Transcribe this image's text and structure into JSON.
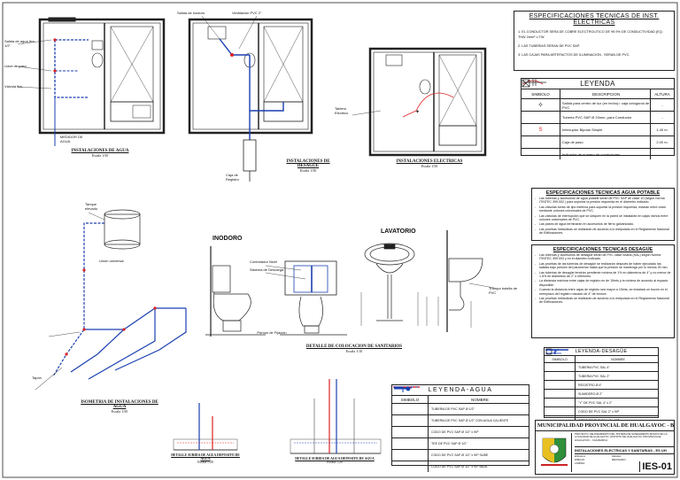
{
  "labels": {
    "inst_agua": "INSTALACIONES DE AGUA",
    "inst_agua_scale": "Escala 1/50",
    "inst_desague": "INSTALACIONES DE DESAGÜE",
    "inst_desague_scale": "Escala 1/50",
    "inst_electricas": "INSTALACIONES ELECTRICAS",
    "inst_electricas_scale": "Escala 1/50",
    "isometria": "ISOMETRIA DE INSTALACIONES DE AGUA",
    "isometria_scale": "Escala 1/50",
    "detalle_sanitarios": "DETALLE DE COLOCACION DE SANITARIOS",
    "detalle_sanitarios_scale": "Escala 1/10",
    "inodoro": "INODORO",
    "lavatorio": "LAVATORIO",
    "controlador_nivel": "Controlador Nivel",
    "sistema_descarga": "Sistema de Descarga",
    "pernos_fijacion": "Pernos de Fijación",
    "trampa_botella": "Trampa botella de PVC",
    "detalle_1": "DETALLE SUBIDA DE AGUA DEPOSITO DE AGUA",
    "detalle_1_scale": "Escala 1/20",
    "detalle_2": "DETALLE SUBIDA DE AGUA DEPOSITO DE AGUA",
    "detalle_2_scale": "Escala 1/20",
    "medidor": "MEDIDOR DE AGUA",
    "tanque": "Tanque elevado",
    "caja_registro": "Caja de Registro",
    "salida_inodoro": "Salida de inodoro",
    "valvula_flot": "Válvula flot.",
    "tapon": "Tapón",
    "union": "Unión universal",
    "ventilacion": "Ventilación PVC 2\"",
    "llave_paso": "Llave de paso",
    "sum_fria": "Salida de agua fría 1/2\"",
    "tablero": "Tablero Electrico"
  },
  "spec_electricas": {
    "title": "ESPECIFICACIONES TECNICAS DE INST. ELECTRICAS",
    "items": [
      "1. EL CONDUCTOR SERA DE COBRE ELECTROLITICO DE 99.9% DE CONDUCTIVIDAD (EQ. THW 2mm² o TW.",
      "2. LAS TUBERIAS SERAN DE PVC SAP.",
      "3. LAS CAJAS PARA ARTEFACTOS DE ILUMINACION , SERAN DE PVC."
    ]
  },
  "leyenda_elec": {
    "title": "LEYENDA",
    "headers": [
      "SIMBOLO",
      "DESCRIPCION",
      "ALTURA"
    ],
    "rows": [
      {
        "desc": "Salida para centro de luz (en techo)= caja octogonal de PVC",
        "alt": "-"
      },
      {
        "desc": "Tubería PVC SAP Ø 20mm, para Conductor",
        "alt": "-"
      },
      {
        "desc": "Interruptor Bipolar Simple",
        "alt": "1.40 m."
      },
      {
        "desc": "Caja de paso",
        "alt": "2.00 m."
      },
      {
        "desc": "Indicador de número de conductores",
        "alt": ""
      }
    ]
  },
  "spec_agua": {
    "title": "ESPECIFICACIONES TECNICAS AGUA POTABLE",
    "items": [
      "Las tuberías y accesorios de agua potable serán de PVC SAP de clase 10 (según norma ITINTEC 399.002 ) para soportar la presión requerida en el diámetro indicado.",
      "Las válvulas serán de tipo esférica para soportar la presión requerida, estarán entre unión mediante uniones universales de PVC.",
      "Las válvulas de interrupción que se ubiquen en la pared se instalarán en cajas nichos entre uniones universales de PVC.",
      "Las pases de agua terminarán en accesorios de fierro galvanizado.",
      "Las pruebas hidráulicas se realizarán de acuerdo a lo estipulado en el Reglamento Nacional de Edificaciones."
    ]
  },
  "spec_desague": {
    "title": "ESPECIFICACIONES TECNICAS DESAGÜE",
    "items": [
      "Las tuberías y accesorios de desagüe serán de PVC clase liviana (SAL) según Norma ITINTEC 399.003 y en el diámetro indicado.",
      "Las pruebas de las tuberías de desagüe se realizarán después de haber ejecutado las salidas bajo presión del paramento hasta que la presión se mantenga por lo menos 30 min.",
      "Las tuberías de desagüe tendrán pendiente mínima de 1% en diámetros de 4\" y no menor de 1.5% en diámetros de 2\" o inferiores.",
      "La distancia máxima entre cajas de registro es de 15mts y la mínima de acuerdo al espacio disponible.",
      "Cuando la distancia entre cajas de registro sea mayor a 15mts, se instalará un buzón en el reemplazo del registro roscado de 4\" de bronce.",
      "Las pruebas hidráulicas se realizarán de acuerdo a lo estipulado en el Reglamento Nacional de Edificaciones."
    ]
  },
  "leyenda_desague": {
    "title": "LEYENDA-DESAGÜE",
    "headers": [
      "SIMBOLO",
      "NOMBRE"
    ],
    "rows": [
      "TUBERIA PVC SAL 4\"",
      "TUBERIA PVC SAL 2\"",
      "REGISTRO Ø 4\"",
      "SUMIDERO Ø 2\"",
      "\"Y\" DE PVC SAL 4\" x 2\"",
      "CODO DE PVC SAL 2\" x 90º",
      "CODO DE PVC SAL 4\" x 90º"
    ]
  },
  "leyenda_agua": {
    "title": "LEYENDA-AGUA",
    "headers": [
      "SIMBOLO",
      "NOMBRE"
    ],
    "rows": [
      "TUBERIA DE PVC SAP Ø 1/2\"",
      "TUBERIA DE PVC SAP Ø 1/2\" CON AGUA CALIENTE",
      "CODO DE PVC SAP Ø 1/2\" x 90º",
      "TEE DE PVC SAP Ø 1/2\"",
      "CODO DE PVC SAP Ø 1/2\" x 90º SUBE",
      "CODO DE PVC SAP Ø 1/2\" x 90º BAJA"
    ]
  },
  "title_block": {
    "municipality": "MUNICIPALIDAD PROVINCIAL DE HUALGAYOC - BAMBAMARCA",
    "project": "PROYECTO: MEJORAMIENTO DEL SISTEMA DE SANEAMIENTO BASICO EN LA LOCALIDAD DE HUALGAYOC, DISTRITO DE HUALGAYOC, PROVINCIA DE HUALGAYOC - CAJAMARCA",
    "plan": "INSTALACIONES ELECTRICAS Y SANITARIAS - ES UH",
    "sheet": "IES-01",
    "fields": [
      "ESCALA:",
      "FECHA:",
      "DIBUJO:",
      "REVISADO:",
      "LAMINA:"
    ]
  }
}
